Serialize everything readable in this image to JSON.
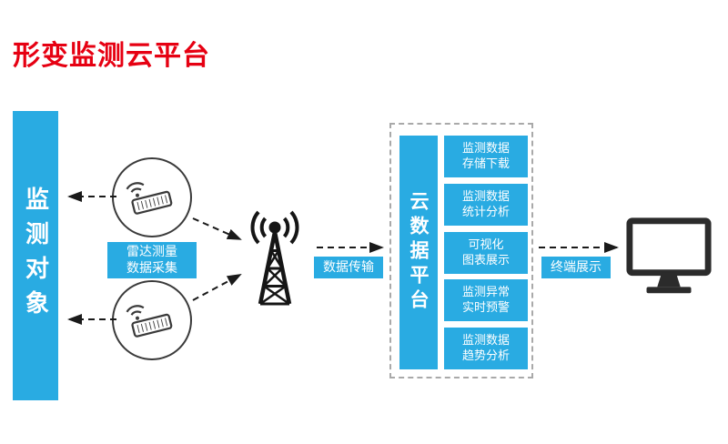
{
  "title": "形变监测云平台",
  "colors": {
    "accent": "#29abe2",
    "title_red": "#e60012",
    "icon_dark": "#2b2b2b"
  },
  "left_panel": {
    "label": "监测对象"
  },
  "sensors": {
    "caption_line1": "雷达测量",
    "caption_line2": "数据采集",
    "icon": "radar-sensor-icon"
  },
  "transmission": {
    "label": "数据传输",
    "icon": "antenna-tower-icon"
  },
  "cloud_platform": {
    "label": "云数据平台",
    "features": [
      {
        "line1": "监测数据",
        "line2": "存储下载"
      },
      {
        "line1": "监测数据",
        "line2": "统计分析"
      },
      {
        "line1": "可视化",
        "line2": "图表展示"
      },
      {
        "line1": "监测异常",
        "line2": "实时预警"
      },
      {
        "line1": "监测数据",
        "line2": "趋势分析"
      }
    ]
  },
  "terminal": {
    "label": "终端展示",
    "icon": "desktop-monitor-icon"
  }
}
